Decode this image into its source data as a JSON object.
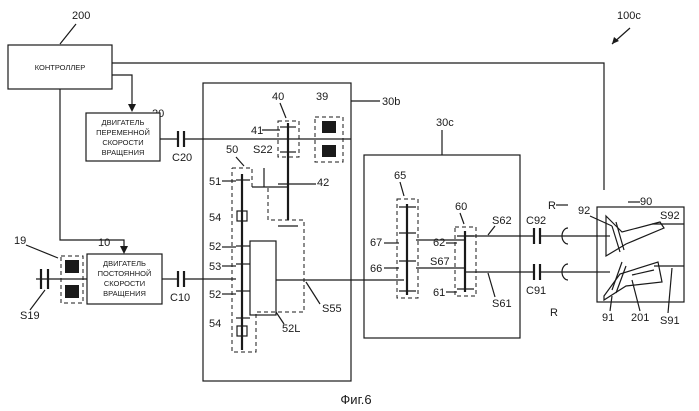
{
  "figure": {
    "caption": "Фиг.6",
    "ref_system": "100c",
    "ref_controller": "200",
    "controller_label": "КОНТРОЛЛЕР",
    "ref_var_motor": "20",
    "var_motor_lines": [
      "ДВИГАТЕЛЬ",
      "ПЕРЕМЕННОЙ",
      "СКОРОСТИ",
      "ВРАЩЕНИЯ"
    ],
    "ref_const_motor": "10",
    "const_motor_lines": [
      "ДВИГАТЕЛЬ",
      "ПОСТОЯННОЙ",
      "СКОРОСТИ",
      "ВРАЩЕНИЯ"
    ],
    "labels": {
      "c20": "C20",
      "c10": "C10",
      "s19": "S19",
      "n19": "19",
      "n30b": "30b",
      "n30c": "30c",
      "n40": "40",
      "n39": "39",
      "n41": "41",
      "n50": "50",
      "s22": "S22",
      "n51": "51",
      "n42": "42",
      "n54a": "54",
      "n52a": "52",
      "n53": "53",
      "n52b": "52",
      "n54b": "54",
      "n52l": "52L",
      "s55": "S55",
      "n65": "65",
      "n60": "60",
      "s62": "S62",
      "n67": "67",
      "n62": "62",
      "n66": "66",
      "s67": "S67",
      "n61": "61",
      "s61": "S61",
      "c92": "C92",
      "c91": "C91",
      "r_top": "R",
      "r_bot": "R",
      "n92": "92",
      "n90": "90",
      "s92": "S92",
      "n91": "91",
      "n201": "201",
      "s91": "S91"
    }
  }
}
